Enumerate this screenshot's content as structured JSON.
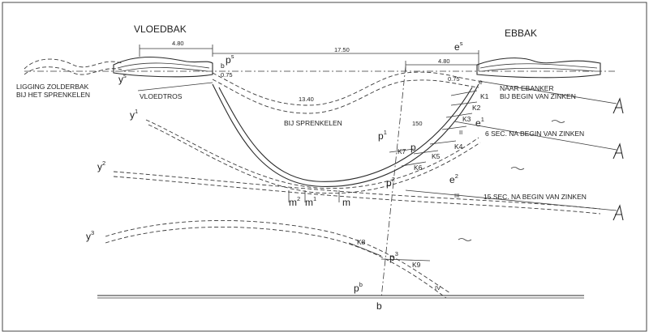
{
  "titles": {
    "left": "VLOEDBAK",
    "right": "EBBAK"
  },
  "dimensions": {
    "d480_left": "4.80",
    "d1750": "17.50",
    "d480_right": "4.80",
    "d075_left": "0.75",
    "d075_right": "0.75",
    "d1340": "13.40",
    "d150": "150"
  },
  "labels": {
    "ligging_1": "LIGGING ZOLDERBAK",
    "ligging_2": "BIJ HET SPRENKELEN",
    "vloedtros": "VLOEDTROS",
    "bij_sprenkelen": "BIJ SPRENKELEN",
    "naar_ebanker_1": "NAAR EBANKER",
    "naar_ebanker_2": "BIJ BEGIN VAN ZINKEN",
    "sec6": "6 SEC. NA BEGIN VAN ZINKEN",
    "sec15": "15 SEC. NA BEGIN VAN ZINKEN",
    "roman_II": "II",
    "roman_III": "III",
    "roman_IV": "IV"
  },
  "points": {
    "ps": "p",
    "ps_sup": "s",
    "es": "e",
    "es_sup": "s",
    "ys": "y",
    "ys_sup": "s",
    "b_top": "b",
    "e_right": "e",
    "y1": "y",
    "y1_sup": "1",
    "p1": "p",
    "p1_sup": "1",
    "p_mid": "p",
    "e1": "e",
    "e1_sup": "1",
    "y2": "y",
    "y2_sup": "2",
    "p2": "p",
    "p2_sup": "2",
    "e2": "e",
    "e2_sup": "2",
    "m2": "m",
    "m2_sup": "2",
    "m1": "m",
    "m1_sup": "1",
    "m": "m",
    "y3": "y",
    "y3_sup": "3",
    "p3": "p",
    "p3_sup": "3",
    "pb": "p",
    "pb_sup": "b",
    "b_bottom": "b"
  },
  "cables": {
    "K1": "K1",
    "K2": "K2",
    "K3": "K3",
    "K4": "K4",
    "K5": "K5",
    "K6": "K6",
    "K7": "K7",
    "K8": "K8",
    "K9": "K9"
  },
  "anchor_symbol": "A"
}
